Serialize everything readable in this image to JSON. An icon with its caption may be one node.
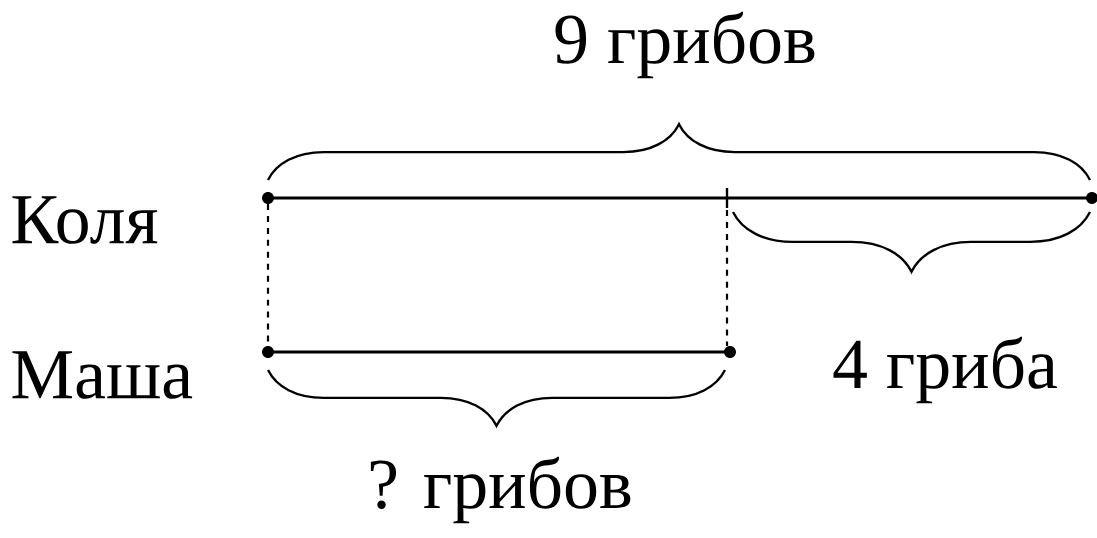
{
  "diagram": {
    "labels": [
      "9 грибов",
      "Коля",
      "Маша",
      "4 гриба",
      "? грибов"
    ]
  }
}
